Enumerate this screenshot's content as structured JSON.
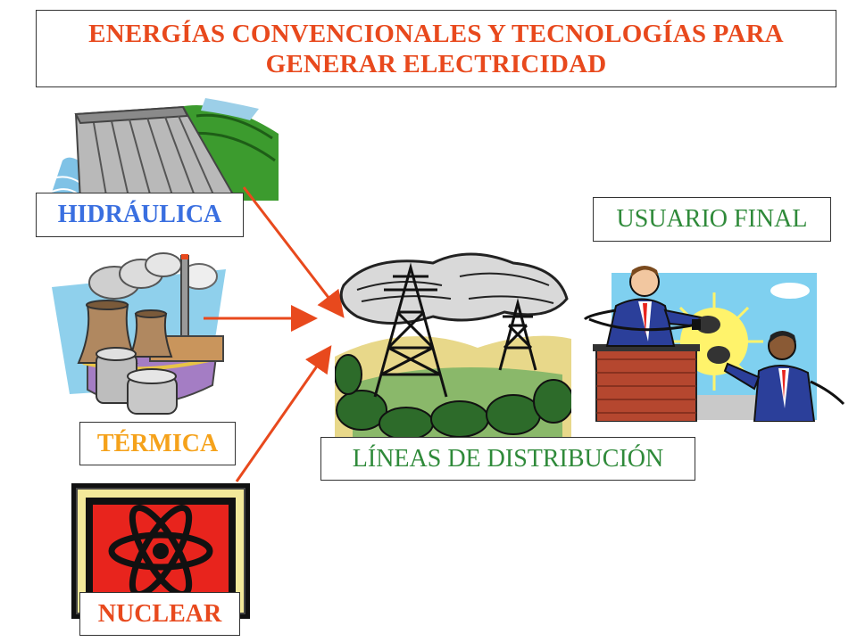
{
  "title": {
    "line1": "ENERGÍAS CONVENCIONALES Y TECNOLOGÍAS PARA",
    "line2": "GENERAR ELECTRICIDAD"
  },
  "sources": [
    {
      "label": "HIDRÁULICA",
      "color": "#3a6fe0",
      "icon": "dam-icon"
    },
    {
      "label": "TÉRMICA",
      "color": "#f5a21b",
      "icon": "power-plant-icon"
    },
    {
      "label": "NUCLEAR",
      "color": "#e8491d",
      "icon": "atom-icon"
    }
  ],
  "distribution": {
    "label": "LÍNEAS DE DISTRIBUCIÓN",
    "color": "#2f8a3a",
    "icon": "transmission-tower-icon"
  },
  "end_user": {
    "label": "USUARIO FINAL",
    "color": "#2f8a3a",
    "icon": "businessmen-plug-icon"
  },
  "colors": {
    "title": "#e8491d",
    "arrow": "#e8491d"
  }
}
